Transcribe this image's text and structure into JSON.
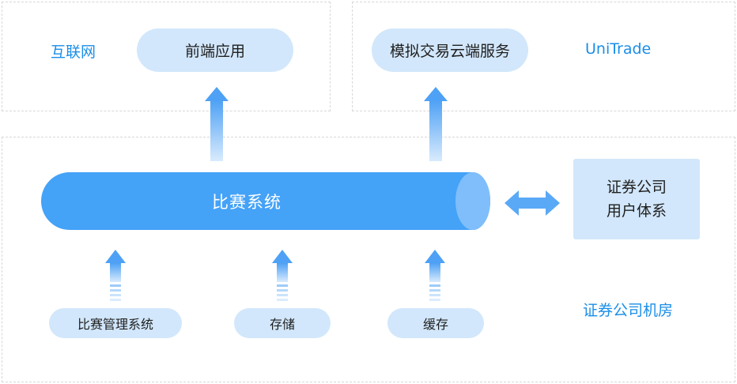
{
  "zones": {
    "internet": {
      "label": "互联网"
    },
    "unitrade": {
      "label": "UniTrade"
    },
    "datacenter": {
      "label": "证券公司机房"
    }
  },
  "nodes": {
    "frontend": "前端应用",
    "cloud_service": "模拟交易云端服务",
    "competition_system": "比赛系统",
    "user_system_line1": "证券公司",
    "user_system_line2": "用户体系",
    "management": "比赛管理系统",
    "storage": "存储",
    "cache": "缓存"
  },
  "colors": {
    "accent": "#1a8ee8",
    "pill_fill": "#d2e7fb",
    "cylinder": "#44a2f7",
    "arrow": "#4ea1f5"
  }
}
